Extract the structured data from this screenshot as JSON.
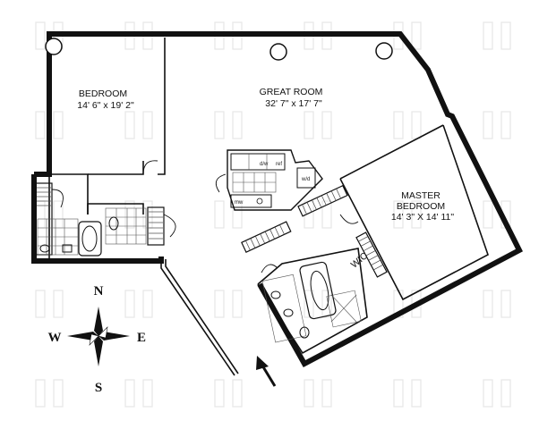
{
  "rooms": {
    "bedroom": {
      "name": "BEDROOM",
      "size": "14' 6\" x 19' 2\""
    },
    "great_room": {
      "name": "GREAT ROOM",
      "size": "32' 7\" x 17' 7\""
    },
    "master_bedroom": {
      "name_line1": "MASTER",
      "name_line2": "BEDROOM",
      "size": "14' 3\" X 14' 11\""
    },
    "wic": "WIC",
    "kitchen_labels": {
      "dw": "d/w",
      "ref": "ref",
      "wd": "w/d",
      "mw": "mw"
    }
  },
  "compass": {
    "north": "N",
    "south": "S",
    "east": "E",
    "west": "W"
  },
  "entry_arrow": "entrance-arrow"
}
